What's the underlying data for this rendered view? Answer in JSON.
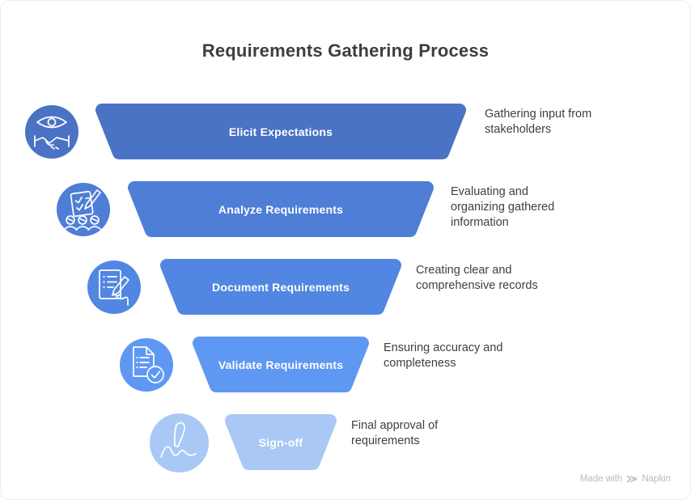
{
  "title": "Requirements Gathering Process",
  "stages": [
    {
      "label": "Elicit Expectations",
      "description": "Gathering input from\nstakeholders",
      "color": "#4a73c5",
      "icon": "eye-handshake-icon"
    },
    {
      "label": "Analyze Requirements",
      "description": "Evaluating and\norganizing gathered\ninformation",
      "color": "#4e7ed6",
      "icon": "analysis-checklist-icon"
    },
    {
      "label": "Document Requirements",
      "description": "Creating clear and\ncomprehensive records",
      "color": "#5187e2",
      "icon": "document-writing-icon"
    },
    {
      "label": "Validate Requirements",
      "description": "Ensuring accuracy and\ncompleteness",
      "color": "#5e98f2",
      "icon": "document-check-icon"
    },
    {
      "label": "Sign-off",
      "description": "Final approval of\nrequirements",
      "color": "#a9c8f6",
      "icon": "signature-pen-icon"
    }
  ],
  "watermark": {
    "prefix": "Made with",
    "brand": "Napkin"
  },
  "colors": {
    "title_text": "#3b3e42",
    "description_text": "#3c4043",
    "stage_label_text": "#ffffff",
    "watermark_text": "#b6bbbf",
    "background": "#ffffff"
  }
}
